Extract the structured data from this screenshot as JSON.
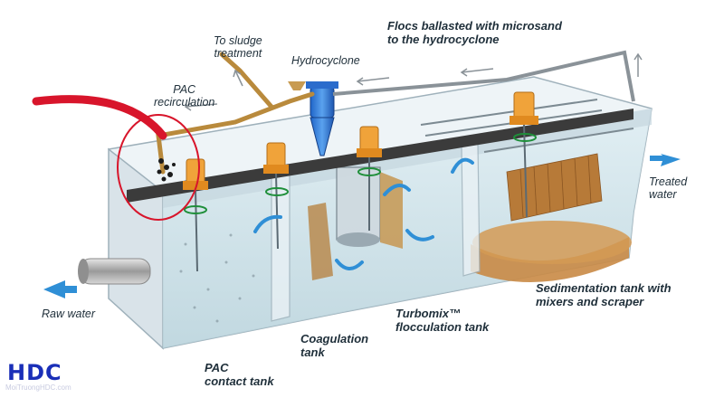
{
  "labels": {
    "flocs": "Flocs ballasted with microsand\nto the hydrocyclone",
    "hydrocyclone": "Hydrocyclone",
    "sludge": "To sludge\ntreatment",
    "pac_recirc": "PAC\nrecirculation",
    "treated": "Treated\nwater",
    "raw": "Raw water",
    "sedimentation": "Sedimentation tank with\nmixers and scraper",
    "turbomix": "Turbomix™\nflocculation tank",
    "coagulation": "Coagulation\ntank",
    "pac_contact": "PAC\ncontact tank"
  },
  "logo": {
    "text": "HDC",
    "subtext": "MoiTruongHDC.com"
  },
  "colors": {
    "water": "#cfe3ea",
    "tank_wall": "#c9d6de",
    "arrow_blue": "#2f8fd6",
    "pipe_brown": "#b98a3c",
    "beam": "#3a3a3a",
    "motor": "#f0a33a",
    "sludge": "#c98a45",
    "highlight_red": "#d8152b",
    "logo_blue": "#1a2fb8"
  }
}
